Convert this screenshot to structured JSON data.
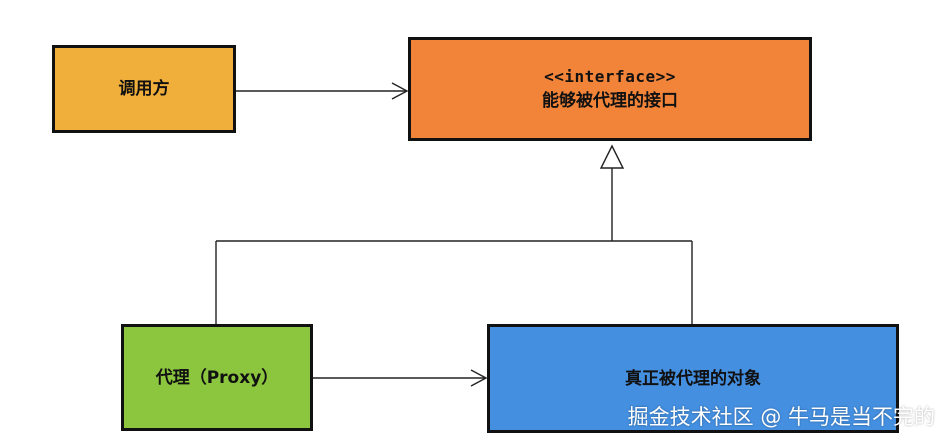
{
  "diagram": {
    "nodes": {
      "caller": {
        "label": "调用方",
        "color": "#f0ae3a"
      },
      "interface": {
        "stereotype": "<<interface>>",
        "label": "能够被代理的接口",
        "color": "#f28439"
      },
      "proxy": {
        "label": "代理（Proxy）",
        "color": "#8cc63f"
      },
      "real_subject": {
        "label": "真正被代理的对象",
        "color": "#448fe0"
      }
    },
    "edges": [
      {
        "from": "caller",
        "to": "interface",
        "type": "association"
      },
      {
        "from": "proxy",
        "to": "interface",
        "type": "realization"
      },
      {
        "from": "real_subject",
        "to": "interface",
        "type": "realization"
      },
      {
        "from": "proxy",
        "to": "real_subject",
        "type": "association"
      }
    ]
  },
  "watermark": {
    "text": "掘金技术社区 @ 牛马是当不完的"
  }
}
